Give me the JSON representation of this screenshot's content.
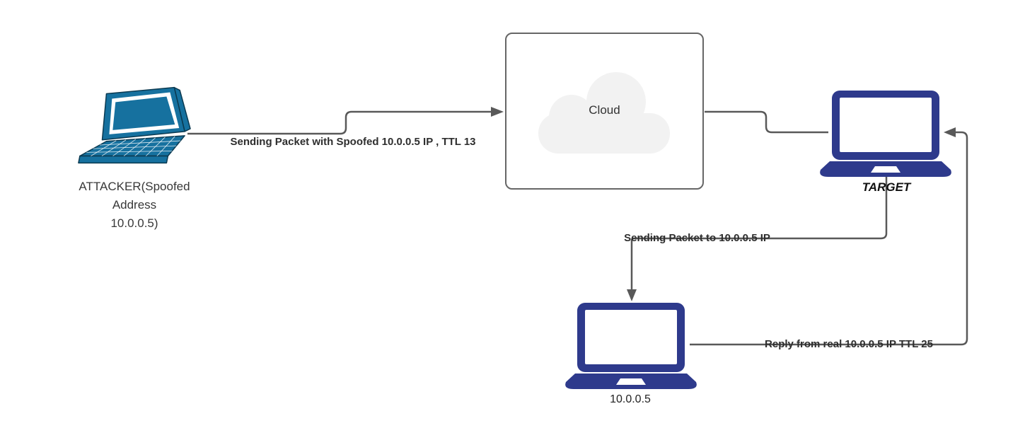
{
  "diagram": {
    "title": "IP spoofing packet flow diagram",
    "colors": {
      "connector": "#595959",
      "cloud_border": "#666666",
      "cloud_fill": "#f2f2f2",
      "laptop_navy": "#2e3a8c",
      "laptop_teal": "#16719f",
      "laptop_teal_dark": "#0a3950",
      "screen_white": "#ffffff",
      "label_text": "#2e2e2e"
    },
    "nodes": {
      "attacker": {
        "label": "ATTACKER(Spoofed\nAddress\n10.0.0.5)",
        "icon": "laptop-3d-icon"
      },
      "cloud": {
        "label": "Cloud",
        "icon": "cloud-icon"
      },
      "target": {
        "label": "TARGET",
        "icon": "laptop-icon"
      },
      "real_host": {
        "label": "10.0.0.5",
        "icon": "laptop-icon"
      }
    },
    "edges": [
      {
        "from": "attacker",
        "to": "cloud",
        "label": "Sending Packet with Spoofed 10.0.0.5 IP , TTL 13"
      },
      {
        "from": "cloud",
        "to": "target",
        "label": ""
      },
      {
        "from": "target",
        "to": "real_host",
        "label": "Sending Packet to 10.0.0.5 IP"
      },
      {
        "from": "real_host",
        "to": "target",
        "label": "Reply from real 10.0.0.5 IP TTL 25"
      }
    ]
  }
}
